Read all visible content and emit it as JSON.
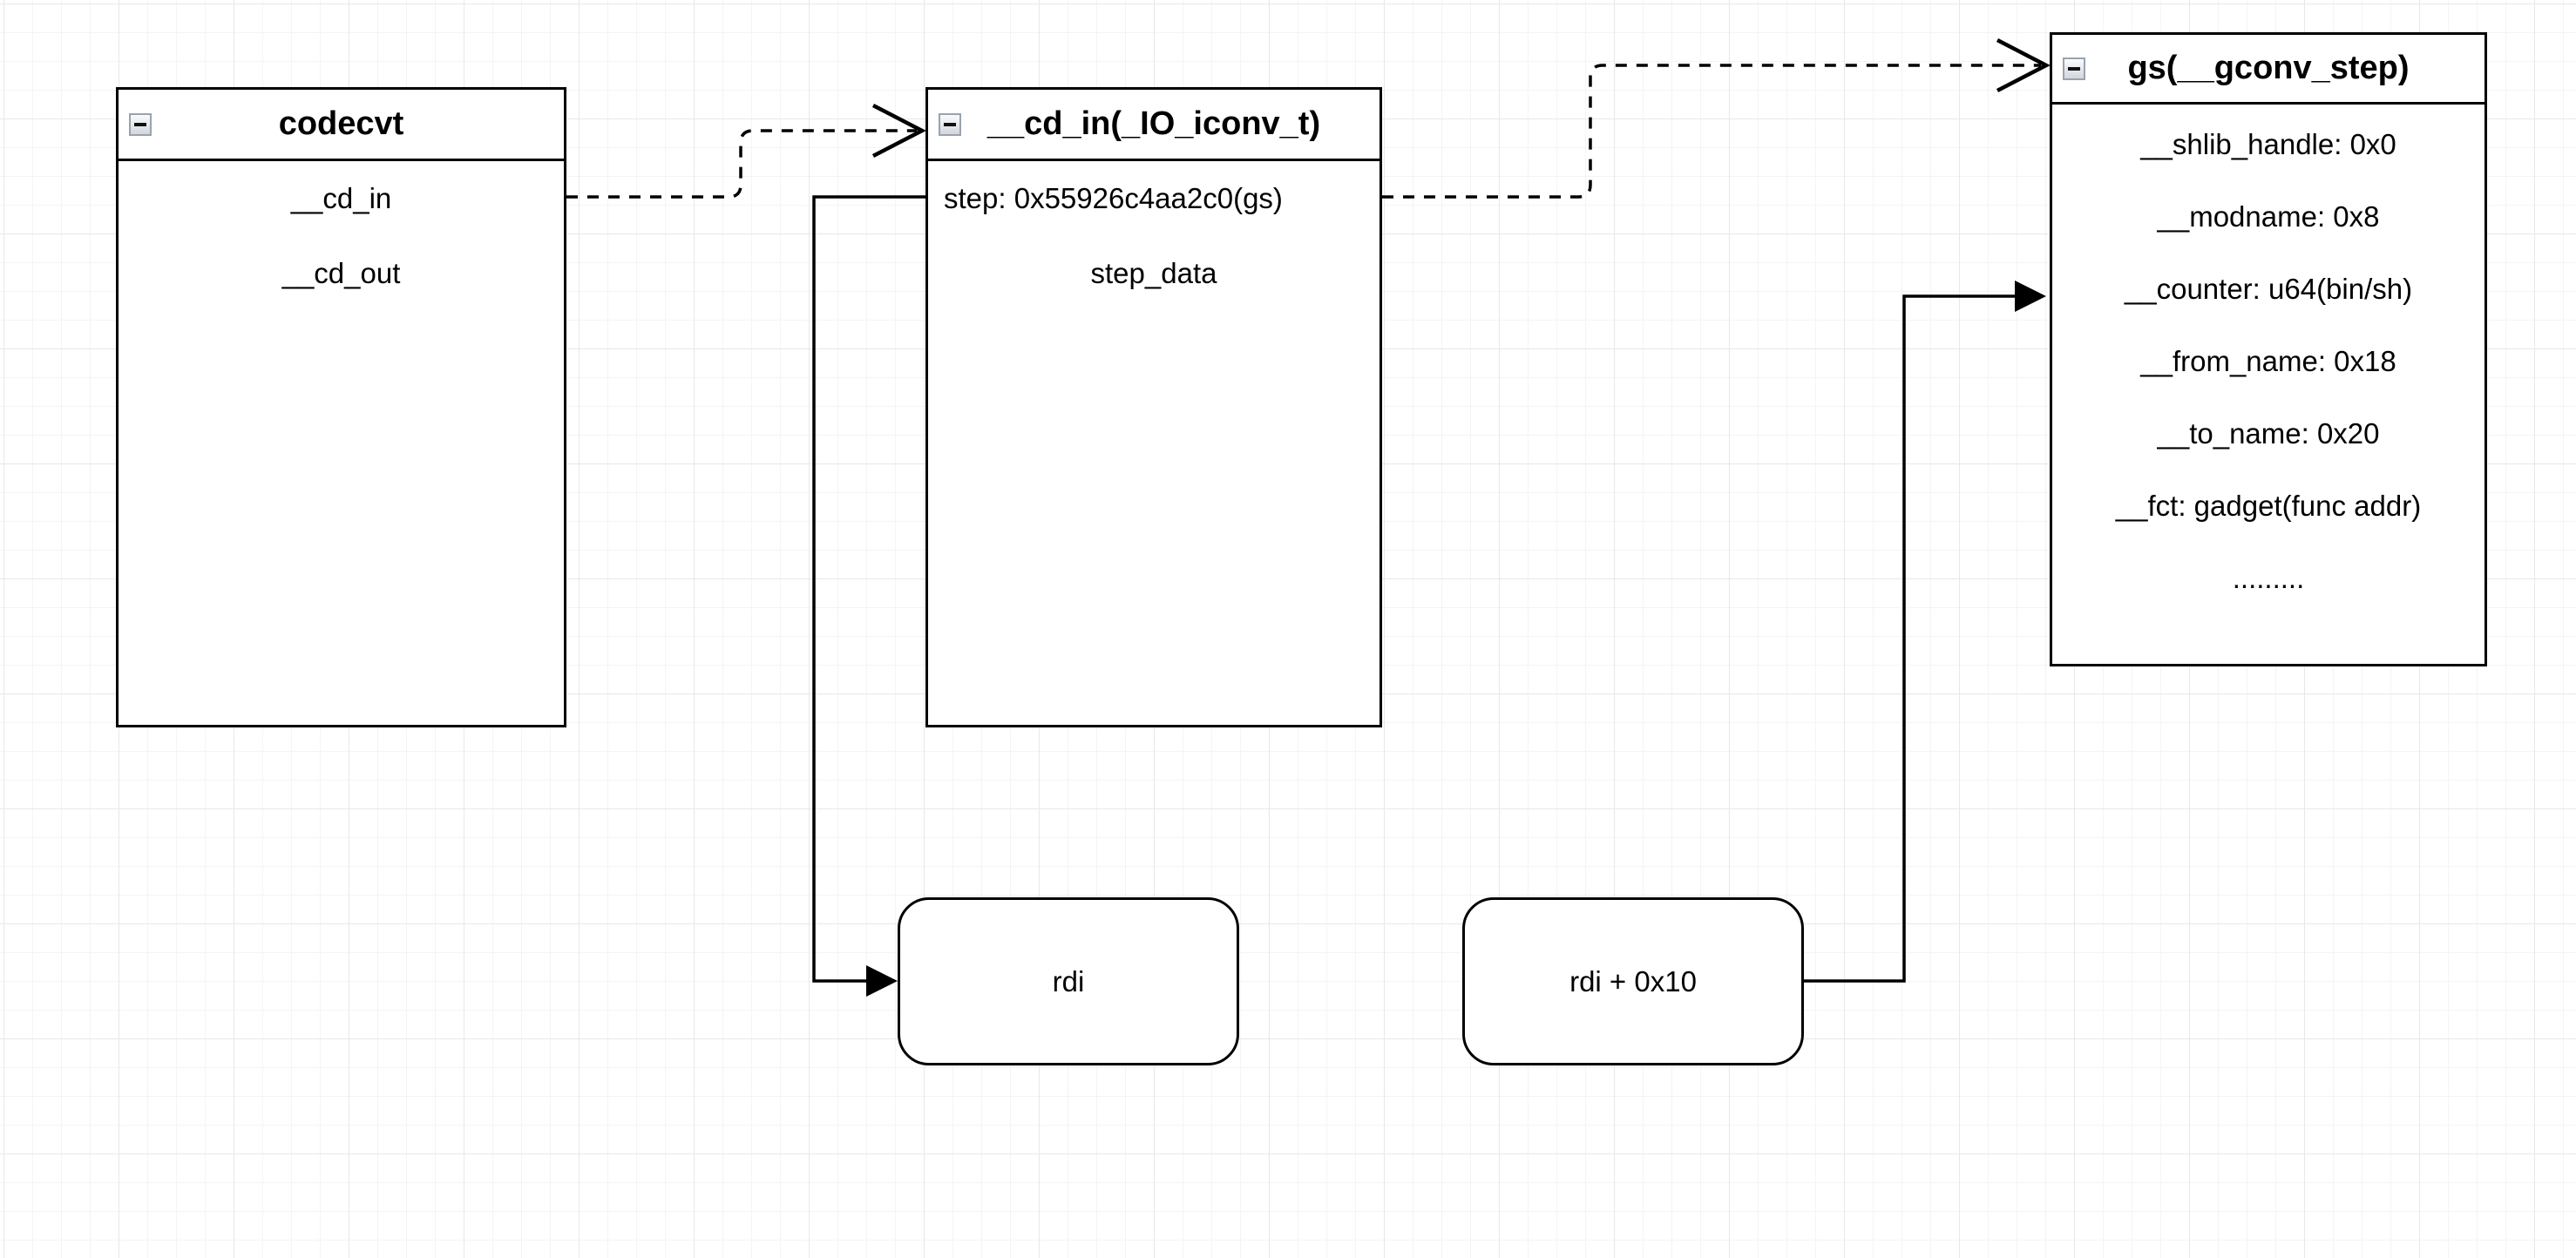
{
  "diagram": {
    "boxes": {
      "codecvt": {
        "title": "codecvt",
        "fields": [
          "__cd_in",
          "__cd_out"
        ]
      },
      "cd_in": {
        "title": "__cd_in(_IO_iconv_t)",
        "fields": [
          "step: 0x55926c4aa2c0(gs)",
          "step_data"
        ]
      },
      "gconv_step": {
        "title": "gs(__gconv_step)",
        "fields": [
          "__shlib_handle: 0x0",
          "__modname: 0x8",
          "__counter: u64(bin/sh)",
          "__from_name: 0x18",
          "__to_name: 0x20",
          "__fct: gadget(func addr)",
          "........."
        ]
      }
    },
    "nodes": {
      "rdi": {
        "label": "rdi"
      },
      "rdi_plus_0x10": {
        "label": "rdi + 0x10"
      }
    },
    "icons": {
      "collapse": "minus-icon"
    },
    "colors": {
      "stroke": "#000000",
      "shape_fill": "#ffffff",
      "grid_minor": "#f4f4f4",
      "grid_major": "#e8e8e8",
      "collapse_icon_border": "#99a3af"
    }
  }
}
